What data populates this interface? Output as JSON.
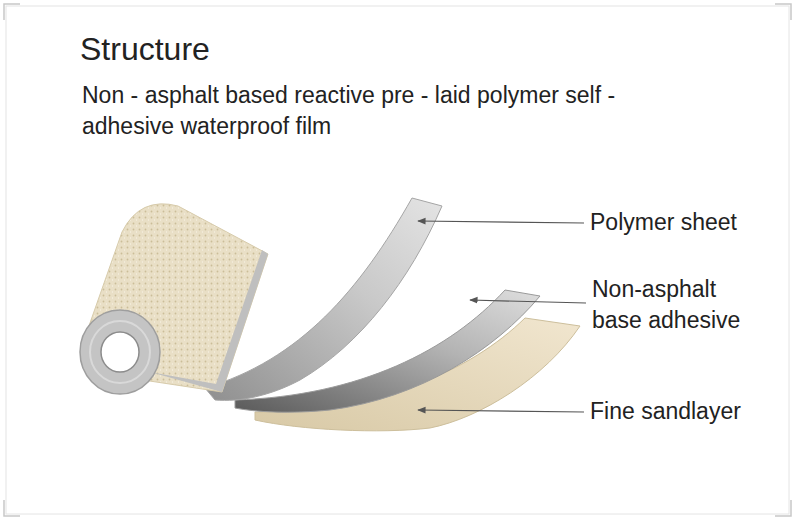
{
  "diagram": {
    "title": "Structure",
    "labels": [
      "Non - asphalt based reactive pre - laid polymer self - adhesive waterproof film",
      "Polymer sheet",
      "Non-asphalt base adhesive",
      "Fine sandlayer"
    ]
  }
}
